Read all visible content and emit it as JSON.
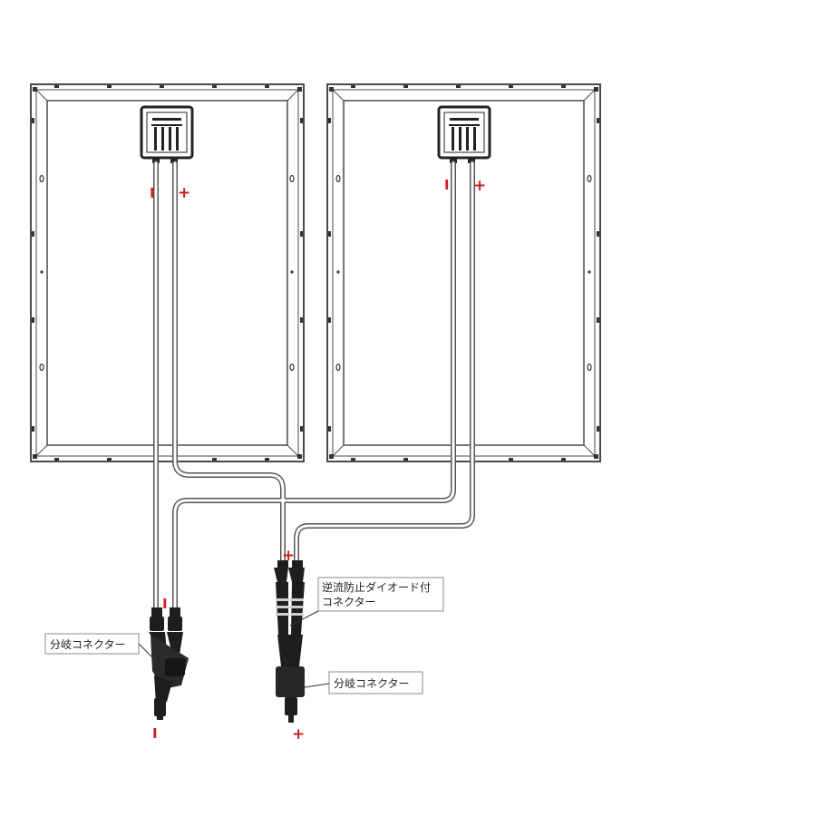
{
  "colors": {
    "frame": "#4a4a4a",
    "cable": "#555555",
    "cable_fill": "#ffffff",
    "connector": "#1e1e1e",
    "polarity": "#cc1f1f",
    "label_border": "#8a8a8a"
  },
  "panels": [
    {
      "name": "solar-panel-left",
      "negative_sign": "I",
      "positive_sign": "+"
    },
    {
      "name": "solar-panel-right",
      "negative_sign": "I",
      "positive_sign": "+"
    }
  ],
  "connector_signs": {
    "left_top_negative": "I",
    "left_output_negative": "I",
    "right_top_positive": "+",
    "right_output_positive": "+"
  },
  "labels": {
    "branch_connector_left": "分岐コネクター",
    "diode_connector_line1": "逆流防止ダイオード付",
    "diode_connector_line2": "コネクター",
    "branch_connector_right": "分岐コネクター"
  }
}
